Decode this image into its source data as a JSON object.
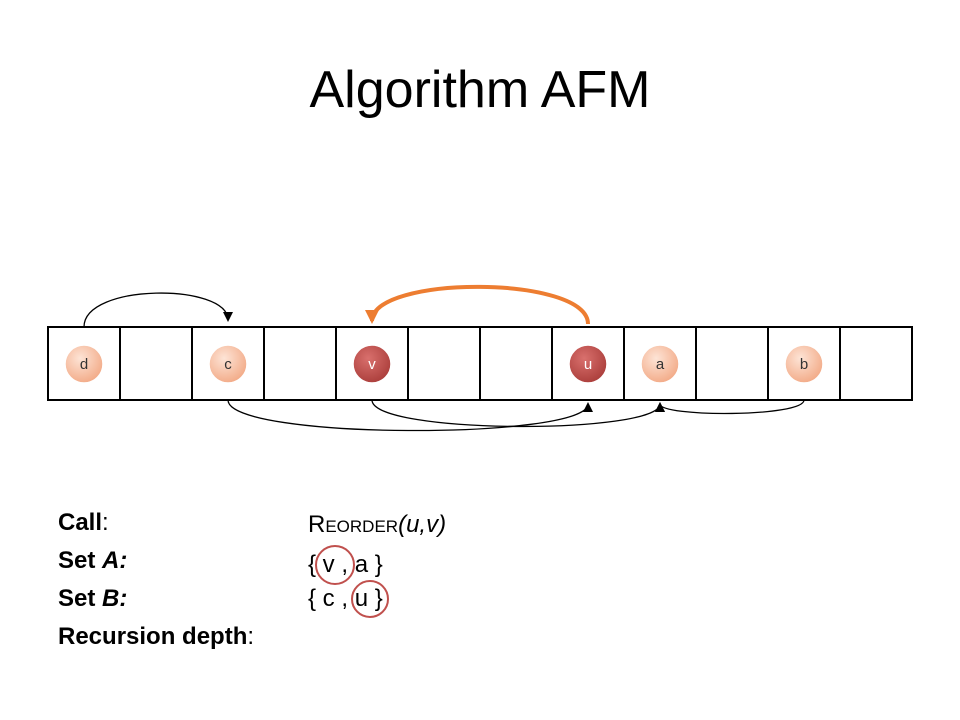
{
  "title": "Algorithm AFM",
  "array": {
    "cells": [
      "d",
      "",
      "c",
      "",
      "v",
      "",
      "",
      "u",
      "a",
      "",
      "b",
      ""
    ],
    "highlighted": [
      "v",
      "u"
    ]
  },
  "arcs": [
    {
      "from": "d",
      "to": "c",
      "side": "top",
      "style": "thin"
    },
    {
      "from": "u",
      "to": "v",
      "side": "top",
      "style": "thick-orange"
    },
    {
      "from": "c",
      "to": "u",
      "side": "bottom",
      "style": "thin"
    },
    {
      "from": "v",
      "to": "a",
      "side": "bottom",
      "style": "thin"
    },
    {
      "from": "b",
      "to": "a",
      "side": "bottom",
      "style": "thin"
    }
  ],
  "labels": {
    "call_bold": "Call",
    "call_rest": ":",
    "setA_bold": "Set ",
    "setA_ital": "A:",
    "setB_bold": "Set ",
    "setB_ital": "B:",
    "depth_bold": "Recursion depth",
    "depth_rest": ":"
  },
  "values": {
    "call_R": "R",
    "call_small": "EORDER",
    "call_args": "(u,v)",
    "setA": "{ v , a }",
    "setB": "{ c , u }"
  },
  "colors": {
    "node_normal": "#f2b59a",
    "node_highlight": "#c0504d",
    "orange_arc": "#ed7d31",
    "circle_mark": "#c0504d"
  }
}
